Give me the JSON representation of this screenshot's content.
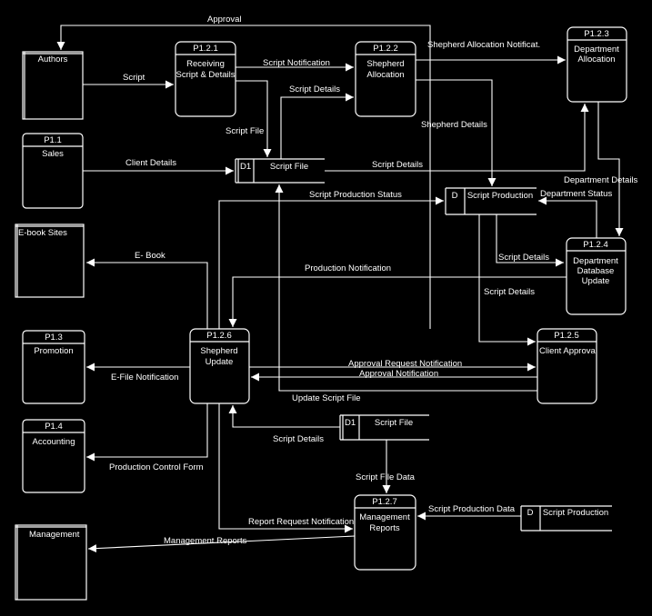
{
  "diagram": {
    "processes": [
      {
        "id": "P1.2.1",
        "name_lines": [
          "Receiving",
          "Script & Details"
        ]
      },
      {
        "id": "P1.2.2",
        "name_lines": [
          "Shepherd",
          "Allocation"
        ]
      },
      {
        "id": "P1.2.3",
        "name_lines": [
          "Department",
          "Allocation"
        ]
      },
      {
        "id": "P1.2.4",
        "name_lines": [
          "Department",
          "Database",
          "Update"
        ]
      },
      {
        "id": "P1.2.5",
        "name_lines": [
          "Client Approva"
        ]
      },
      {
        "id": "P1.2.6",
        "name_lines": [
          "Shepherd",
          "Update"
        ]
      },
      {
        "id": "P1.2.7",
        "name_lines": [
          "Management",
          "Reports"
        ]
      }
    ],
    "entities": [
      {
        "id": "",
        "name": "Authors"
      },
      {
        "id": "P1.1",
        "name": "Sales"
      },
      {
        "id": "",
        "name": "E-book Sites"
      },
      {
        "id": "P1.3",
        "name": "Promotion"
      },
      {
        "id": "P1.4",
        "name": "Accounting"
      },
      {
        "id": "",
        "name": "Management"
      }
    ],
    "stores": [
      {
        "id": "D1",
        "name": "Script File"
      },
      {
        "id": "D",
        "name": "Script Production"
      },
      {
        "id": "D1",
        "name": "Script File"
      },
      {
        "id": "D",
        "name": "Script Production"
      }
    ],
    "flows": [
      "Approval",
      "Script",
      "Script Notification",
      "Shepherd Allocation Notificat.",
      "Script Details",
      "Script File",
      "Shepherd Details",
      "Client Details",
      "Script Details",
      "Department Details",
      "Script Production Status",
      "Department Status",
      "E- Book",
      "Script Details",
      "Production Notification",
      "Script Details",
      "Approval Request Notification",
      "Approval Notification",
      "E-File Notification",
      "Update Script File",
      "Script Details",
      "Production Control Form",
      "Script File Data",
      "Script Production Data",
      "Report Request Notification",
      "Management Reports"
    ]
  }
}
